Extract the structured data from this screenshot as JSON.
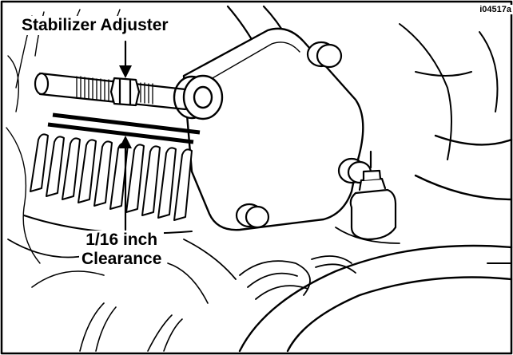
{
  "figure": {
    "id": "i04517a",
    "callouts": {
      "stabilizer_adjuster": "Stabilizer Adjuster",
      "clearance_line1": "1/16 inch",
      "clearance_line2": "Clearance"
    }
  },
  "colors": {
    "ink": "#000000",
    "paper": "#ffffff",
    "shade": "#d8d8d8"
  }
}
